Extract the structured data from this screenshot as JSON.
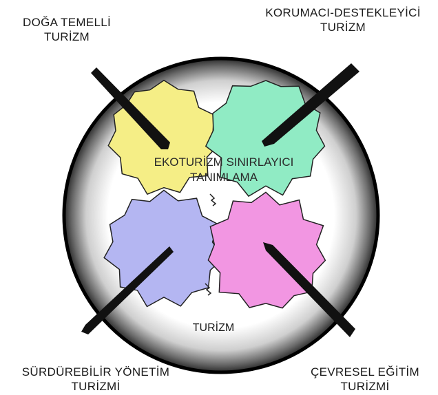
{
  "center": {
    "line1": "EKOTURİZM SINIRLAYICI",
    "line2": "TANIMLAMA"
  },
  "footer_label": "TURİZM",
  "labels": {
    "top_left": [
      "DOĞA TEMELLİ",
      "TURİZM"
    ],
    "top_right": [
      "KORUMACI-DESTEKLEYİCİ",
      "TURİZM"
    ],
    "bottom_left": [
      "SÜRDÜREBİLİR YÖNETİM",
      "TURİZMİ"
    ],
    "bottom_right": [
      "ÇEVRESEL EĞİTİM",
      "TURİZMİ"
    ]
  },
  "colors": {
    "top_left_blob": "#f5ee86",
    "top_right_blob": "#90ebc4",
    "bottom_left_blob": "#b4b6f2",
    "bottom_right_blob": "#f296e2",
    "ring": "#000000",
    "arrow": "#111111"
  }
}
